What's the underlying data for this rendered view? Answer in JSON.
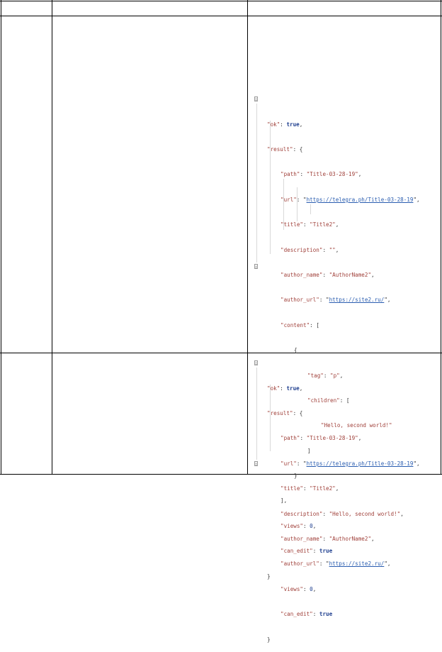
{
  "block1": {
    "ok_key": "\"ok\"",
    "ok_val": "true",
    "result_key": "\"result\"",
    "path_key": "\"path\"",
    "path_val": "\"Title-03-28-19\"",
    "url_key": "\"url\"",
    "url_val": "https://telegra.ph/Title-03-28-19",
    "title_key": "\"title\"",
    "title_val": "\"Title2\"",
    "description_key": "\"description\"",
    "description_val": "\"\"",
    "author_name_key": "\"author_name\"",
    "author_name_val": "\"AuthorName2\"",
    "author_url_key": "\"author_url\"",
    "author_url_val": "https://site2.ru/",
    "content_key": "\"content\"",
    "tag_key": "\"tag\"",
    "tag_val": "\"p\"",
    "children_key": "\"children\"",
    "child_text": "\"Hello, second world!\"",
    "views_key": "\"views\"",
    "views_val": "0",
    "can_edit_key": "\"can_edit\"",
    "can_edit_val": "true"
  },
  "block2": {
    "ok_key": "\"ok\"",
    "ok_val": "true",
    "result_key": "\"result\"",
    "path_key": "\"path\"",
    "path_val": "\"Title-03-28-19\"",
    "url_key": "\"url\"",
    "url_val": "https://telegra.ph/Title-03-28-19",
    "title_key": "\"title\"",
    "title_val": "\"Title2\"",
    "description_key": "\"description\"",
    "description_val": "\"Hello, second world!\"",
    "author_name_key": "\"author_name\"",
    "author_name_val": "\"AuthorName2\"",
    "author_url_key": "\"author_url\"",
    "author_url_val": "https://site2.ru/",
    "views_key": "\"views\"",
    "views_val": "0",
    "can_edit_key": "\"can_edit\"",
    "can_edit_val": "true"
  }
}
